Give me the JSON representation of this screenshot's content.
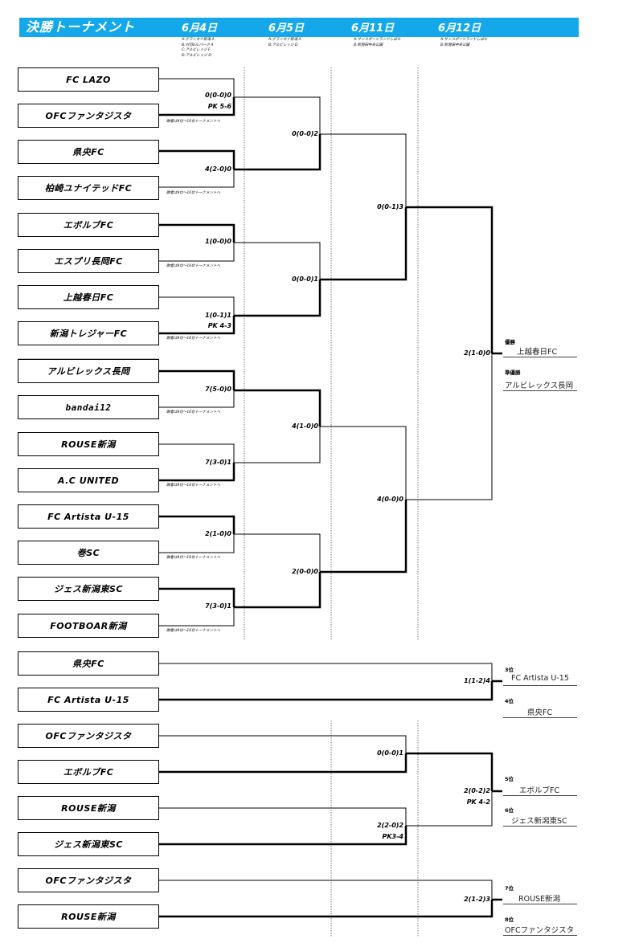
{
  "title": "決勝トーナメント",
  "dates": [
    {
      "label": "6月4日",
      "venues": [
        "A:グランセナ新潟 A",
        "B:刈羽Uルパーク A",
        "C:アルビレッジ F",
        "D:アルビレッジ D"
      ]
    },
    {
      "label": "6月5日",
      "venues": [
        "A:グランセナ新潟 A",
        "B:アルビレッジ D"
      ]
    },
    {
      "label": "6月11日",
      "venues": [
        "A:サンスポーツランドしばた",
        "B:新発田中央公園"
      ]
    },
    {
      "label": "6月12日",
      "venues": [
        "A:サンスポーツランドしばた",
        "B:新発田中央公園"
      ]
    }
  ],
  "teams": [
    "FC LAZO",
    "OFCファンタジスタ",
    "県央FC",
    "柏崎ユナイテッドFC",
    "エボルブFC",
    "エスプリ長岡FC",
    "上越春日FC",
    "新潟トレジャーFC",
    "アルビレックス長岡",
    "bandai12",
    "ROUSE新潟",
    "A.C UNITED",
    "FC Artista U-15",
    "巻SC",
    "ジェス新潟東SC",
    "FOOTBOAR新潟"
  ],
  "placement_teams": [
    "県央FC",
    "FC Artista U-15",
    "OFCファンタジスタ",
    "エボルブFC",
    "ROUSE新潟",
    "ジェス新潟東SC",
    "OFCファンタジスタ",
    "ROUSE新潟"
  ],
  "note": "敗者は9位～16位トーナメントへ",
  "scores": {
    "r1": [
      "0(0-0)0",
      "4(2-0)0",
      "1(0-0)0",
      "1(0-1)1",
      "7(5-0)0",
      "7(3-0)1",
      "2(1-0)0",
      "7(3-0)1"
    ],
    "r1_pk": [
      "PK 5-6",
      "PK 4-3"
    ],
    "r2": [
      "0(0-0)2",
      "0(0-0)1",
      "4(1-0)0",
      "2(0-0)0"
    ],
    "r3": [
      "0(0-1)3",
      "4(0-0)0"
    ],
    "final": "2(1-0)0",
    "third": "1(1-2)4",
    "fifth_semi": [
      "0(0-0)1",
      "2(2-0)2"
    ],
    "fifth_semi_pk": "PK3-4",
    "fifth": "2(0-2)2",
    "fifth_pk": "PK 4-2",
    "seventh": "2(1-2)3"
  },
  "results": {
    "winner_label": "優勝",
    "winner": "上越春日FC",
    "runner_up_label": "準優勝",
    "runner_up": "アルビレックス長岡",
    "third_label": "3位",
    "third": "FC Artista U-15",
    "fourth_label": "4位",
    "fourth": "県央FC",
    "fifth_label": "5位",
    "fifth": "エボルブFC",
    "sixth_label": "6位",
    "sixth": "ジェス新潟東SC",
    "seventh_label": "7位",
    "seventh": "ROUSE新潟",
    "eighth_label": "8位",
    "eighth": "OFCファンタジスタ"
  }
}
